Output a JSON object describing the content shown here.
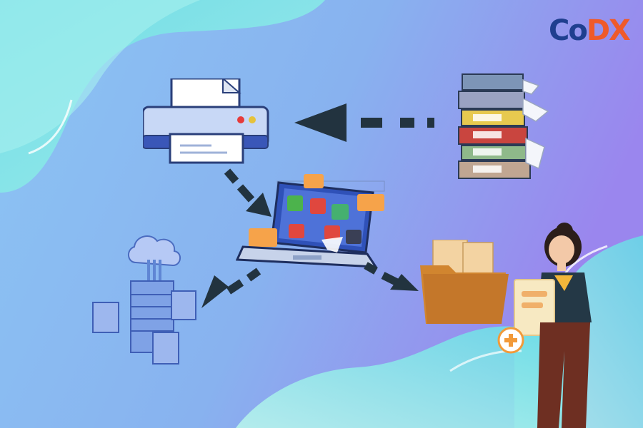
{
  "logo": {
    "part1": "Co",
    "part2": "DX"
  },
  "colors": {
    "bg_left": "#8fbff2",
    "bg_right": "#9d8cf0",
    "wave": "#7fe3ea",
    "arrow": "#22333f",
    "logo_blue": "#1f3f8f",
    "logo_orange": "#ef5a2a",
    "folder": "#c87a2b",
    "server": "#5f86d4"
  },
  "nodes": [
    {
      "id": "printer",
      "icon": "printer-icon"
    },
    {
      "id": "document-stack",
      "icon": "binders-stack-icon"
    },
    {
      "id": "laptop",
      "icon": "laptop-files-icon"
    },
    {
      "id": "cloud-server",
      "icon": "cloud-server-icon"
    },
    {
      "id": "folder",
      "icon": "folder-documents-icon"
    },
    {
      "id": "person",
      "icon": "woman-with-document-icon"
    }
  ],
  "arrows": [
    {
      "from": "document-stack",
      "to": "printer"
    },
    {
      "from": "printer",
      "to": "laptop"
    },
    {
      "from": "laptop",
      "to": "cloud-server"
    },
    {
      "from": "laptop",
      "to": "folder"
    }
  ]
}
